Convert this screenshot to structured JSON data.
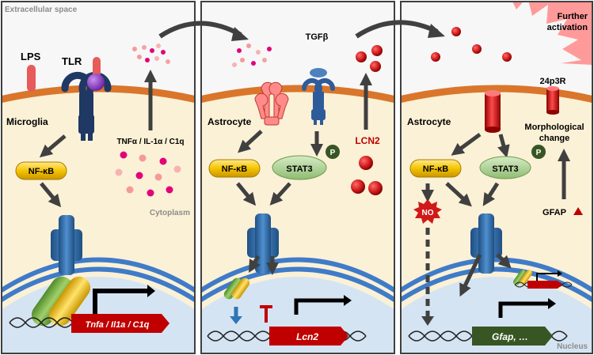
{
  "labels": {
    "extracellular": "Extracellular space",
    "cytoplasm": "Cytoplasm",
    "nucleus": "Nucleus",
    "further_activation": "Further\nactivation"
  },
  "panel1": {
    "cell": "Microglia",
    "ligand": "LPS",
    "receptor": "TLR",
    "tf": "NF-κB",
    "cytokines": "TNFα / IL-1α / C1q",
    "gene": "Tnfa / Il1a / C1q"
  },
  "panel2": {
    "cell": "Astrocyte",
    "ligand": "TGFβ",
    "tf1": "NF-κB",
    "tf2": "STAT3",
    "phospho": "P",
    "secreted": "LCN2",
    "gene": "Lcn2"
  },
  "panel3": {
    "cell": "Astrocyte",
    "receptor": "24p3R",
    "outcome": "Morphological\nchange",
    "tf1": "NF-κB",
    "tf2": "STAT3",
    "phospho": "P",
    "no": "NO",
    "gfap": "GFAP",
    "gene": "Gfap, …"
  },
  "colors": {
    "cytoplasm": "#fbf1d6",
    "nucleus": "#d5e4f3",
    "membrane": "#d9762b",
    "nuclear_envelope": "#3f7bc8",
    "nfkb": "#f2b705",
    "stat3": "#a9d08e",
    "lcn2": "#d01a1a",
    "gene_box_red": "#c00000",
    "gene_box_green": "#375623",
    "receptor_dark": "#1f3864"
  }
}
